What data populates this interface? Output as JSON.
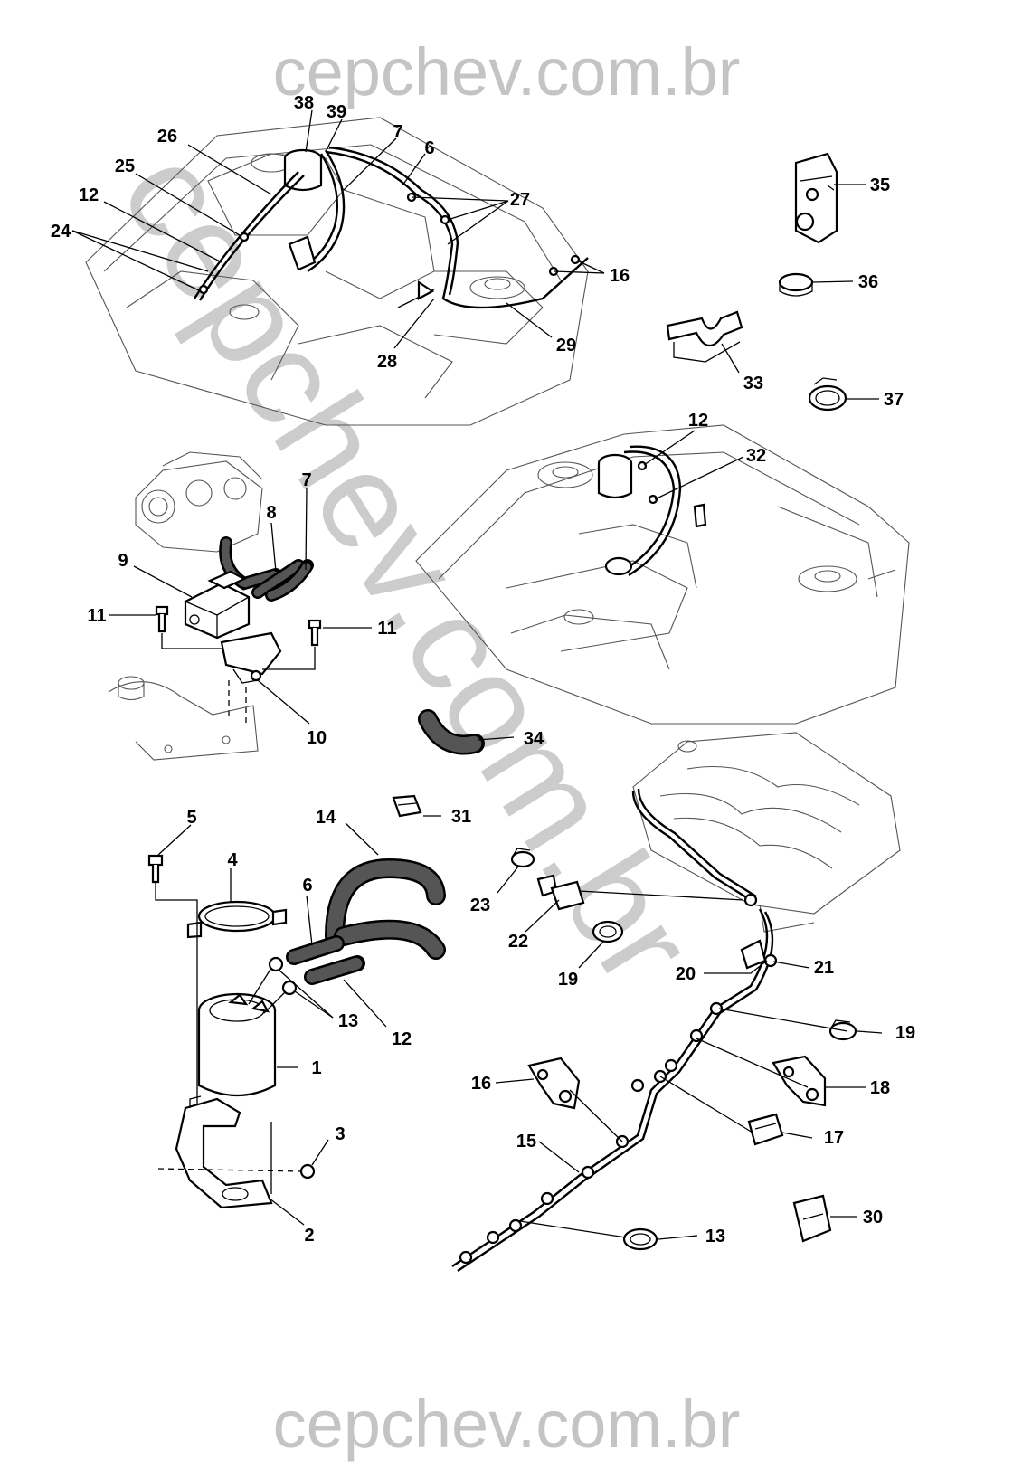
{
  "watermark": {
    "top": "cepchev.com.br",
    "bottom": "cepchev.com.br",
    "diagonal": "cepchev.com.br"
  },
  "callouts": {
    "c1": "1",
    "c2": "2",
    "c3": "3",
    "c4": "4",
    "c5": "5",
    "c6a": "6",
    "c6b": "6",
    "c7a": "7",
    "c7b": "7",
    "c8": "8",
    "c9": "9",
    "c10": "10",
    "c11a": "11",
    "c11b": "11",
    "c12a": "12",
    "c12b": "12",
    "c12c": "12",
    "c13a": "13",
    "c13b": "13",
    "c14": "14",
    "c15": "15",
    "c16a": "16",
    "c16b": "16",
    "c17": "17",
    "c18": "18",
    "c19a": "19",
    "c19b": "19",
    "c20": "20",
    "c21": "21",
    "c22": "22",
    "c23": "23",
    "c24": "24",
    "c25": "25",
    "c26": "26",
    "c27": "27",
    "c28": "28",
    "c29": "29",
    "c30": "30",
    "c31": "31",
    "c32": "32",
    "c33": "33",
    "c34": "34",
    "c35": "35",
    "c36": "36",
    "c37": "37",
    "c38": "38",
    "c39": "39"
  },
  "colors": {
    "ink": "#000000",
    "watermark": "#c4c4c4",
    "background": "#ffffff"
  }
}
